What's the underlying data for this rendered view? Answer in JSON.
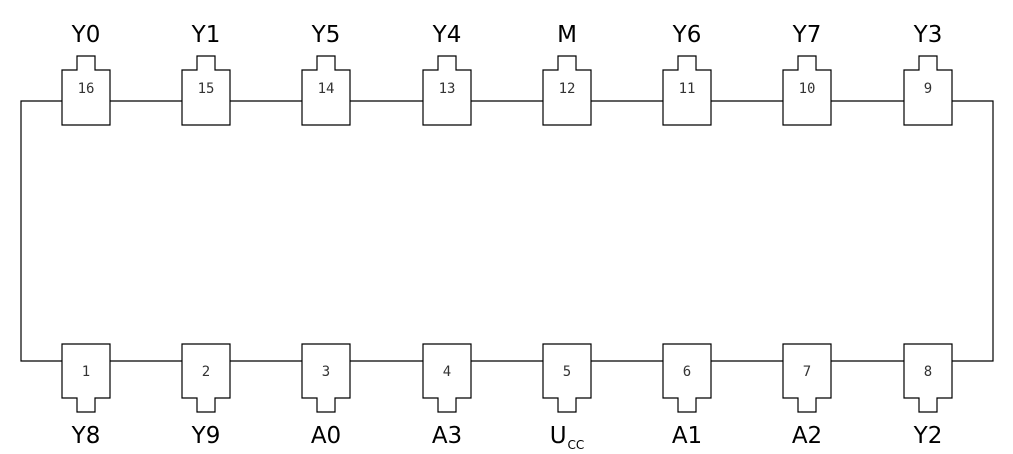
{
  "diagram": {
    "top_pins": [
      {
        "number": "16",
        "label": "Y0"
      },
      {
        "number": "15",
        "label": "Y1"
      },
      {
        "number": "14",
        "label": "Y5"
      },
      {
        "number": "13",
        "label": "Y4"
      },
      {
        "number": "12",
        "label": "M"
      },
      {
        "number": "11",
        "label": "Y6"
      },
      {
        "number": "10",
        "label": "Y7"
      },
      {
        "number": "9",
        "label": "Y3"
      }
    ],
    "bottom_pins": [
      {
        "number": "1",
        "label": "Y8"
      },
      {
        "number": "2",
        "label": "Y9"
      },
      {
        "number": "3",
        "label": "A0"
      },
      {
        "number": "4",
        "label": "A3"
      },
      {
        "number": "5",
        "label": "U",
        "label_sub": "CC"
      },
      {
        "number": "6",
        "label": "A1"
      },
      {
        "number": "7",
        "label": "A2"
      },
      {
        "number": "8",
        "label": "Y2"
      }
    ]
  }
}
